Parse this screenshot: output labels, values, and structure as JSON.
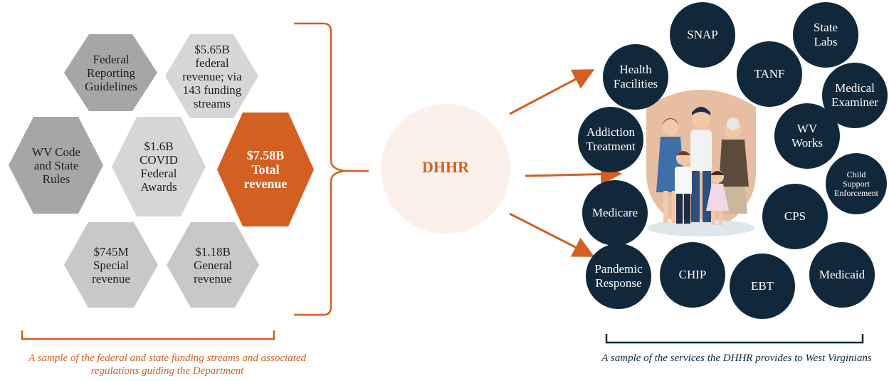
{
  "colors": {
    "orange": "#d35f21",
    "navy": "#11283b",
    "hex_dark": "#a6a6a6",
    "hex_mid": "#bfbfbf",
    "hex_light": "#d6d6d6",
    "dhhr_fill": "#fbf0ea",
    "caption_right": "#11283b"
  },
  "hexagons": [
    {
      "id": "federal-reporting",
      "text": "Federal\nReporting\nGuidelines"
    },
    {
      "id": "federal-revenue",
      "text": "$5.65B\nfederal\nrevenue; via\n143 funding\nstreams"
    },
    {
      "id": "wv-code",
      "text": "WV Code\nand State\nRules"
    },
    {
      "id": "covid-awards",
      "text": "$1.6B\nCOVID\nFederal\nAwards"
    },
    {
      "id": "total-revenue",
      "text": "$7.58B\nTotal\nrevenue"
    },
    {
      "id": "special-revenue",
      "text": "$745M\nSpecial\nrevenue"
    },
    {
      "id": "general-revenue",
      "text": "$1.18B\nGeneral\nrevenue"
    }
  ],
  "center": {
    "label": "DHHR"
  },
  "services": [
    {
      "id": "snap",
      "text": "SNAP"
    },
    {
      "id": "state-labs",
      "text": "State\nLabs"
    },
    {
      "id": "health-facilities",
      "text": "Health\nFacilities"
    },
    {
      "id": "tanf",
      "text": "TANF"
    },
    {
      "id": "medical-examiner",
      "text": "Medical\nExaminer"
    },
    {
      "id": "addiction-treatment",
      "text": "Addiction\nTreatment"
    },
    {
      "id": "wv-works",
      "text": "WV\nWorks"
    },
    {
      "id": "child-support",
      "text": "Child\nSupport\nEnforcement"
    },
    {
      "id": "medicare",
      "text": "Medicare"
    },
    {
      "id": "cps",
      "text": "CPS"
    },
    {
      "id": "pandemic-response",
      "text": "Pandemic\nResponse"
    },
    {
      "id": "chip",
      "text": "CHIP"
    },
    {
      "id": "ebt",
      "text": "EBT"
    },
    {
      "id": "medicaid",
      "text": "Medicaid"
    }
  ],
  "captions": {
    "left": "A sample of the federal and state funding streams and associated regulations guiding the Department",
    "right": "A sample of the services the DHHR provides to West Virginians"
  }
}
